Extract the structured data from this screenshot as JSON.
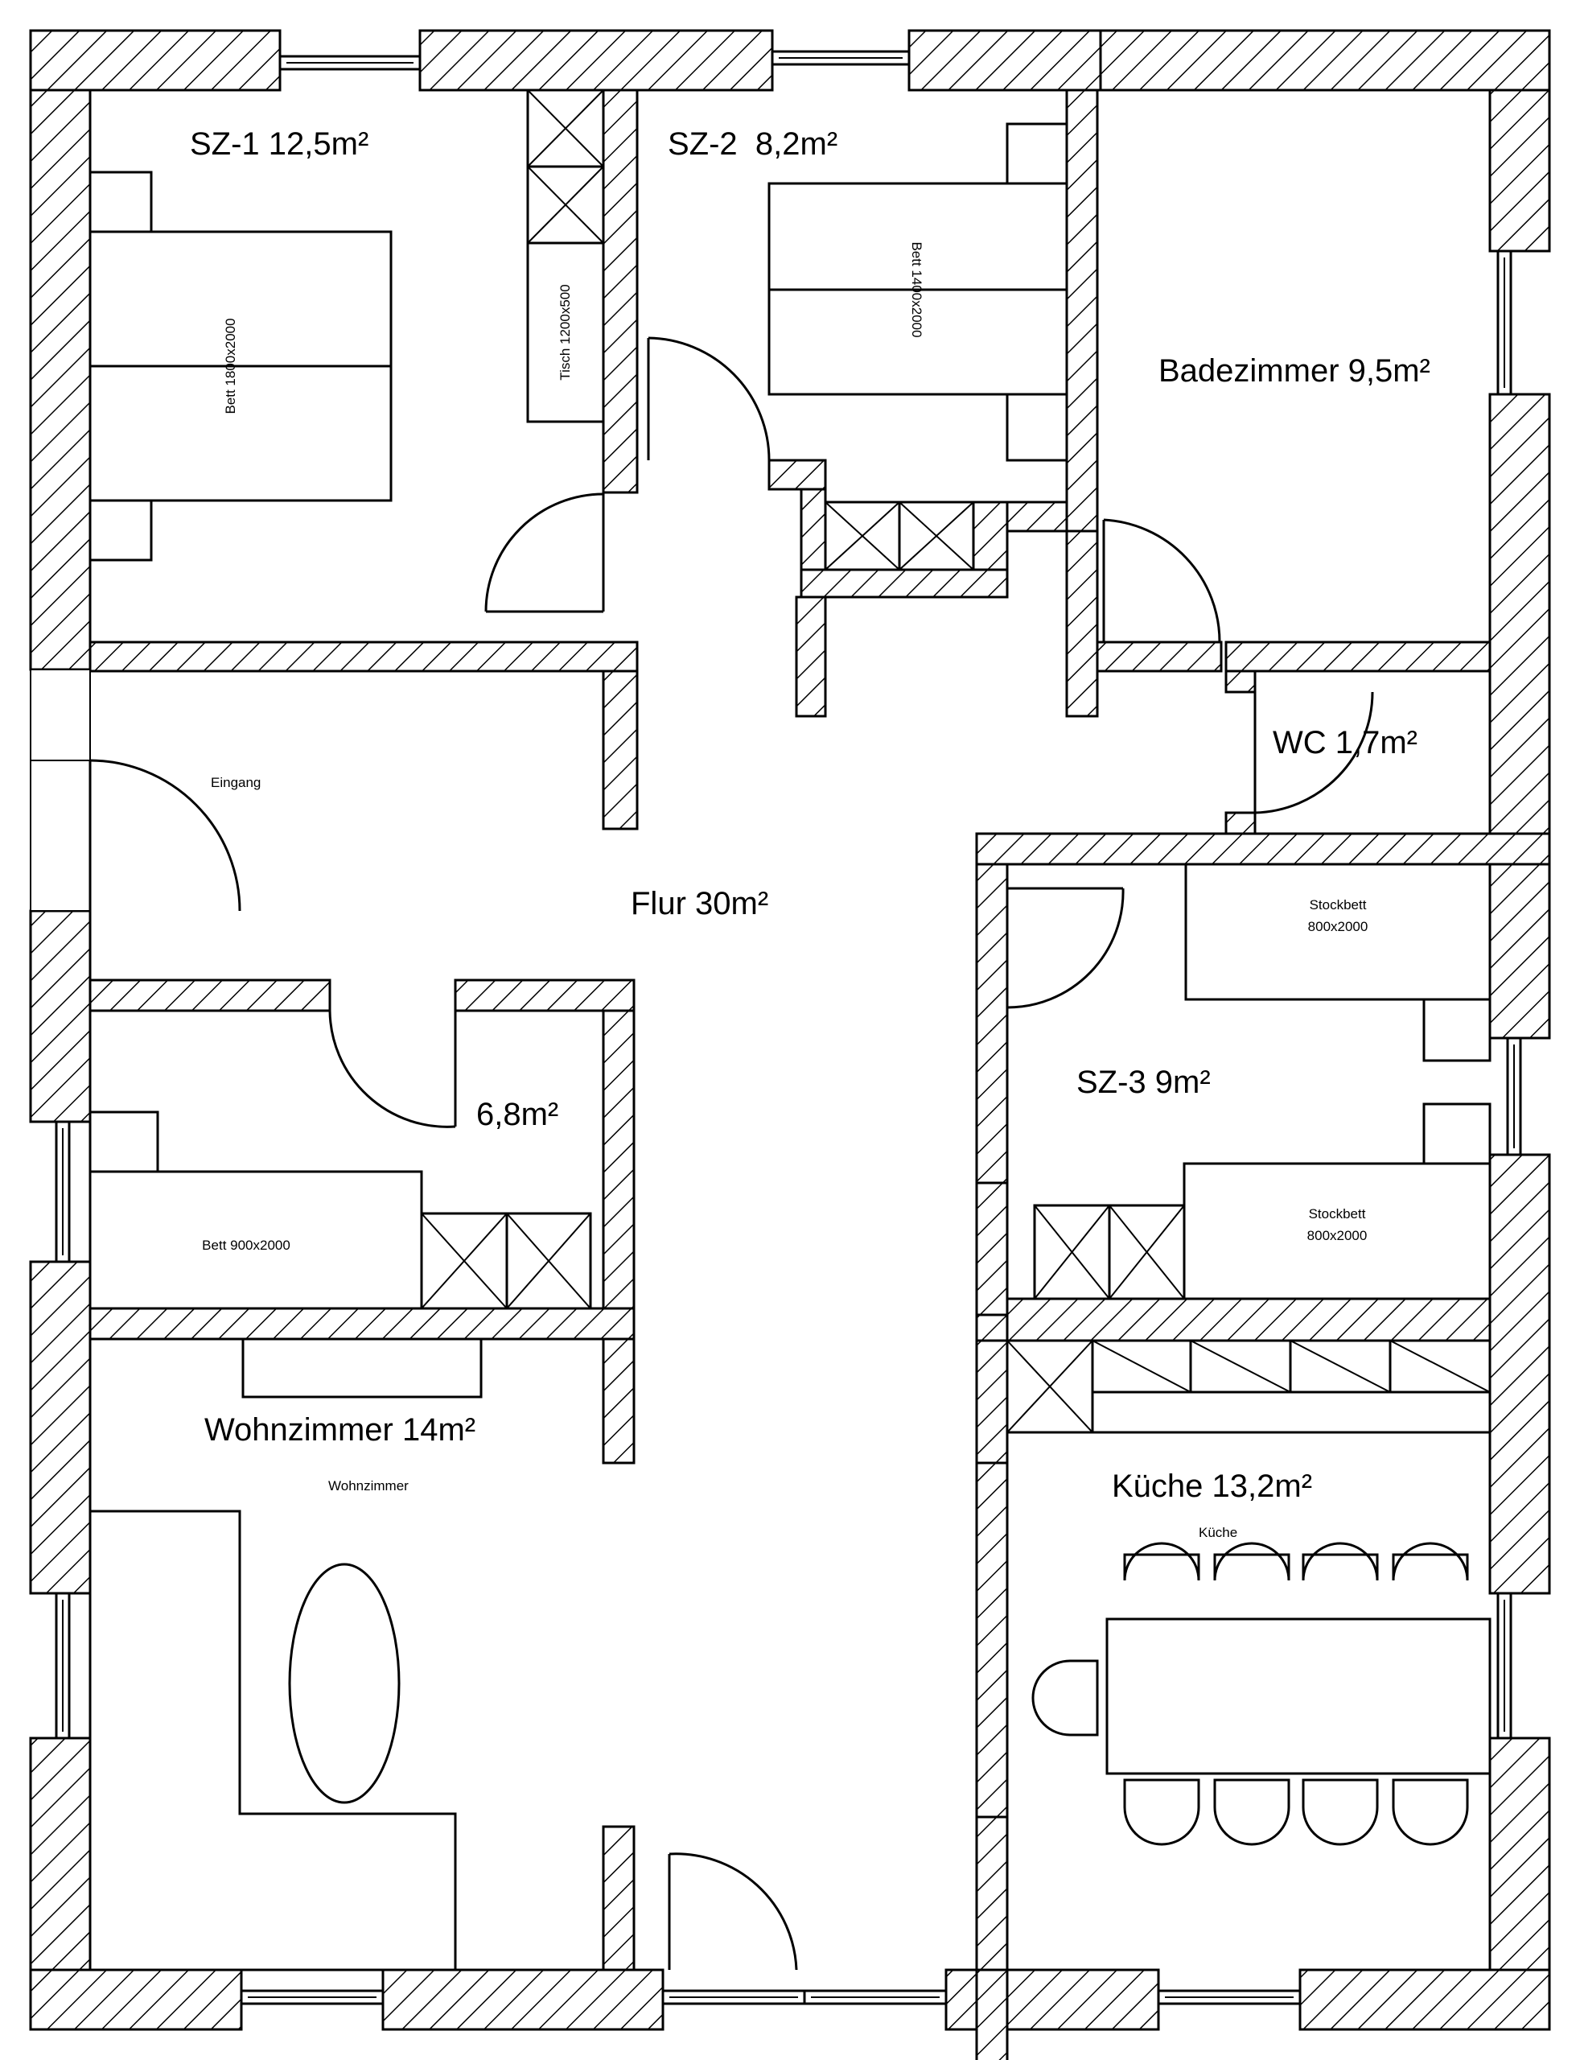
{
  "rooms": {
    "sz1": "SZ-1 12,5m²",
    "sz2": "SZ-2  8,2m²",
    "bad": "Badezimmer 9,5m²",
    "wc": "WC 1,7m²",
    "flur": "Flur 30m²",
    "kind": "6,8m²",
    "sz3": "SZ-3 9m²",
    "wohn": "Wohnzimmer 14m²",
    "kueche": "Küche 13,2m²"
  },
  "furniture": {
    "bett_sz1": "Bett 1800x2000",
    "tisch": "Tisch 1200x500",
    "bett_sz2": "Bett 1400x2000",
    "eingang": "Eingang",
    "stockbett_1a": "Stockbett",
    "stockbett_1b": "800x2000",
    "stockbett_2a": "Stockbett",
    "stockbett_2b": "800x2000",
    "bett_kind": "Bett 900x2000",
    "wohn_small": "Wohnzimmer",
    "kueche_small": "Küche"
  }
}
